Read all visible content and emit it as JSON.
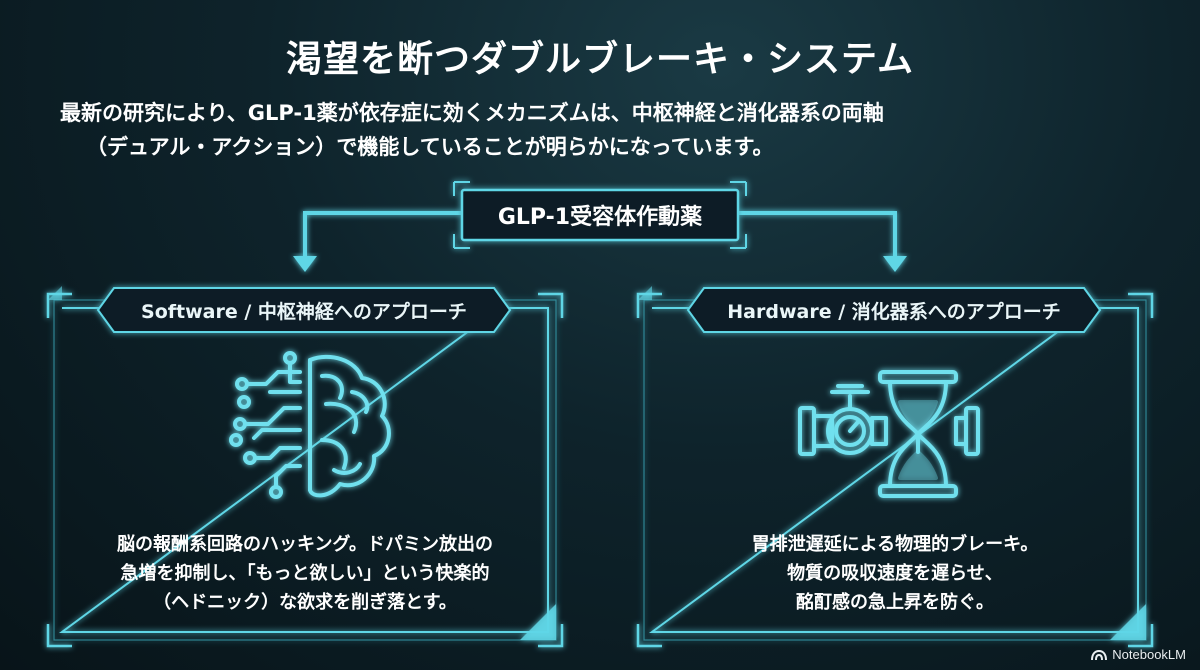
{
  "title": "渇望を断つダブルブレーキ・システム",
  "intro": {
    "line1": "最新の研究により、GLP-1薬が依存症に効くメカニズムは、中枢神経と消化器系の両軸",
    "line2": "（デュアル・アクション）で機能していることが明らかになっています。"
  },
  "hub": {
    "label": "GLP-1受容体作動薬"
  },
  "panels": [
    {
      "header": "Software / 中枢神経へのアプローチ",
      "icon": "brain-circuit-icon",
      "lines": [
        "脳の報酬系回路のハッキング。ドパミン放出の",
        "急増を抑制し、「もっと欲しい」という快楽的",
        "（ヘドニック）な欲求を削ぎ落とす。"
      ]
    },
    {
      "header": "Hardware / 消化器系へのアプローチ",
      "icon": "pipe-valve-hourglass-icon",
      "lines": [
        "胃排泄遅延による物理的ブレーキ。",
        "物質の吸収速度を遅らせ、",
        "酩酊感の急上昇を防ぐ。"
      ]
    }
  ],
  "badge": {
    "label": "NotebookLM"
  },
  "colors": {
    "accent": "#5fd6e6",
    "glow": "#2ab8cc",
    "background": "#0e232b"
  }
}
